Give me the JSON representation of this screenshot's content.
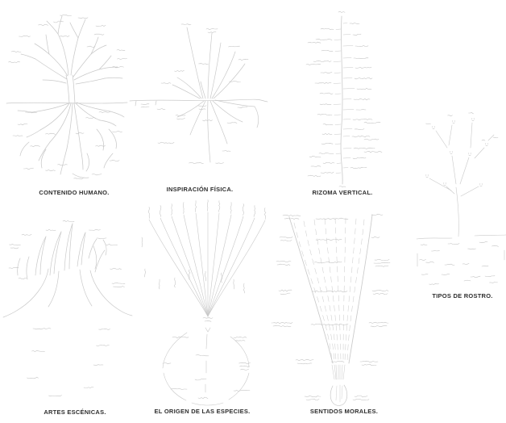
{
  "page": {
    "background": "#ffffff",
    "sketch_stroke_color": "#c9c9c9",
    "handwriting_color": "#c2c2c2",
    "caption_color": "#2f2f2f"
  },
  "panels": [
    {
      "id": "contenido-humano",
      "caption": "CONTENIDO HUMANO.",
      "type": "tree-with-roots"
    },
    {
      "id": "inspiracion-fisica",
      "caption": "INSPIRACIÓN FÍSICA.",
      "type": "grass-stems-and-roots"
    },
    {
      "id": "rizoma-vertical",
      "caption": "RIZOMA VERTICAL.",
      "type": "vertical-line-with-ticks"
    },
    {
      "id": "tipos-de-rostro",
      "caption": "TIPOS DE ROSTRO.",
      "type": "branching-faces"
    },
    {
      "id": "artes-escenicas",
      "caption": "ARTES ESCÉNICAS.",
      "type": "wide-trunk-tree"
    },
    {
      "id": "origen-especies",
      "caption": "EL ORIGEN DE LAS ESPECIES.",
      "type": "fan-and-cycle"
    },
    {
      "id": "sentidos-morales",
      "caption": "SENTIDOS MORALES.",
      "type": "funnel-to-bulb"
    }
  ]
}
